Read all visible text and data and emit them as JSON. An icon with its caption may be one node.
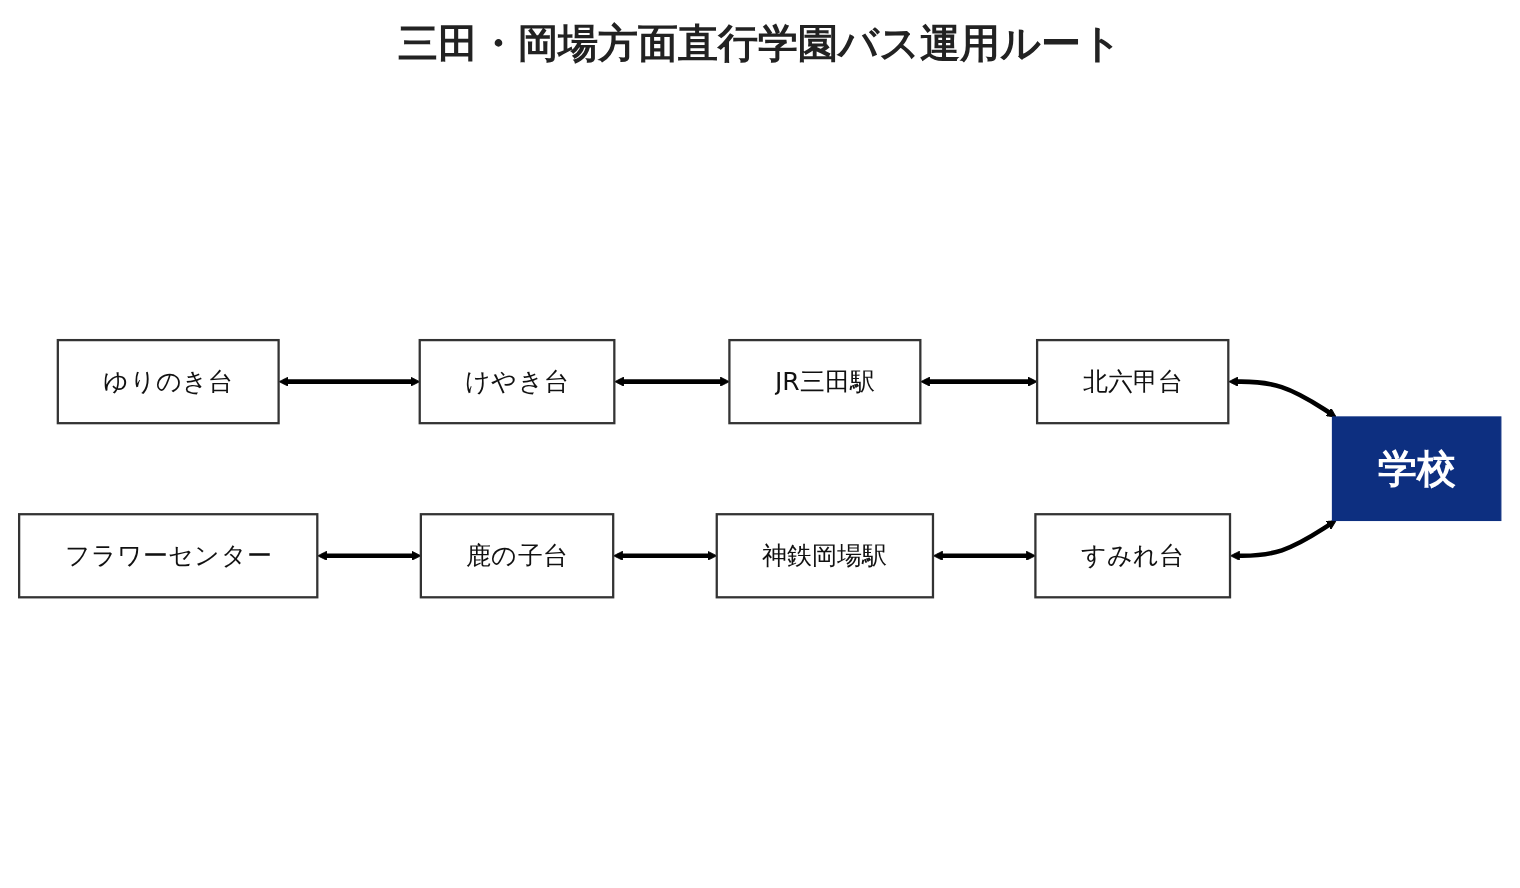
{
  "diagram": {
    "title": "三田・岡場方面直行学園バス運用ルート",
    "nodes": [
      {
        "text": [
          "ゆりのき台"
        ]
      },
      {
        "text": [
          "けやき台"
        ]
      },
      {
        "text": [
          "JR三田駅"
        ]
      },
      {
        "text": [
          "北六甲台"
        ]
      },
      {
        "text": [
          "学校"
        ]
      },
      {
        "text": [
          "フラワーセンター"
        ]
      },
      {
        "text": [
          "鹿の子台"
        ]
      },
      {
        "text": [
          "神鉄岡場駅"
        ]
      },
      {
        "text": [
          "すみれ台"
        ]
      }
    ],
    "edges": [
      {
        "from": 0,
        "to": 1,
        "arrow": "both"
      },
      {
        "from": 1,
        "to": 2,
        "arrow": "both"
      },
      {
        "from": 2,
        "to": 3,
        "arrow": "both"
      },
      {
        "from": 3,
        "to": 4,
        "arrow": "both"
      },
      {
        "from": 5,
        "to": 6,
        "arrow": "both"
      },
      {
        "from": 6,
        "to": 7,
        "arrow": "both"
      },
      {
        "from": 7,
        "to": 8,
        "arrow": "both"
      },
      {
        "from": 8,
        "to": 4,
        "arrow": "both"
      }
    ]
  }
}
